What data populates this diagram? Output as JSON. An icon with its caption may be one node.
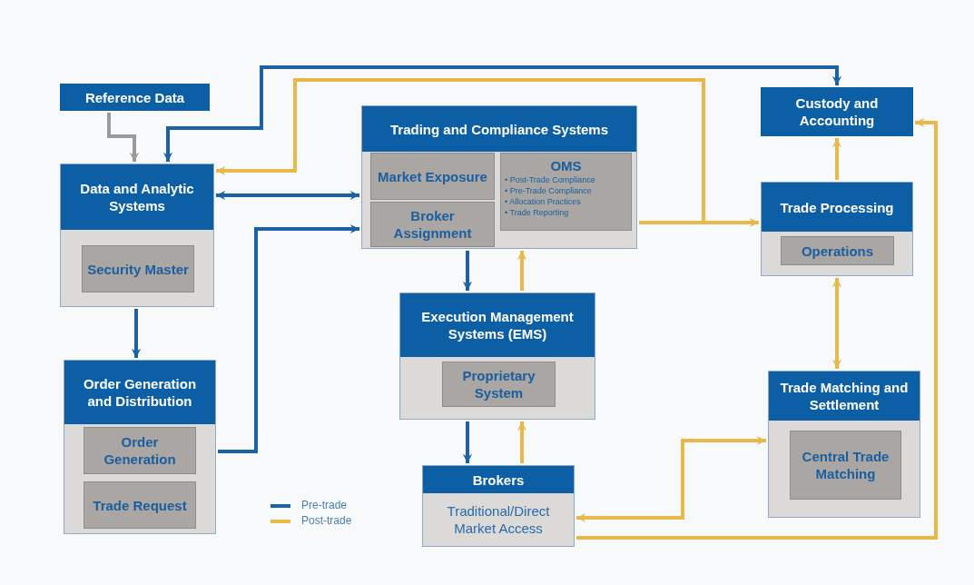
{
  "diagram": {
    "nodes": [
      {
        "text": [
          "Reference Data"
        ]
      },
      {
        "text": [
          "Data and Analytic Systems"
        ]
      },
      {
        "text": [
          "Security Master"
        ],
        "in": 1
      },
      {
        "text": [
          "Order Generation and Distribution"
        ]
      },
      {
        "text": [
          "Order Generation"
        ],
        "in": 3
      },
      {
        "text": [
          "Trade Request"
        ],
        "in": 3
      },
      {
        "text": [
          "Trading and Compliance Systems"
        ]
      },
      {
        "text": [
          "Market Exposure"
        ],
        "in": 6
      },
      {
        "text": [
          "Broker Assignment"
        ],
        "in": 6
      },
      {
        "text": [
          "OMS",
          "• Post-Trade Compliance",
          "• Pre-Trade Compliance",
          "• Allocation Practices",
          "• Trade Reporting"
        ],
        "in": 6
      },
      {
        "text": [
          "Execution Management Systems (EMS)"
        ]
      },
      {
        "text": [
          "Proprietary System"
        ],
        "in": 10
      },
      {
        "text": [
          "Brokers",
          "Traditional/Direct Market Access"
        ]
      },
      {
        "text": [
          "Custody and Accounting"
        ]
      },
      {
        "text": [
          "Trade Processing"
        ]
      },
      {
        "text": [
          "Operations"
        ],
        "in": 14
      },
      {
        "text": [
          "Trade Matching and Settlement"
        ]
      },
      {
        "text": [
          "Central Trade Matching"
        ],
        "in": 16
      }
    ],
    "edges": [
      {
        "from": 0,
        "to": 1,
        "arrow": "to",
        "color": "#9a9a9a"
      },
      {
        "from": 1,
        "to": 13,
        "arrow": "both",
        "color": "#1a62a3"
      },
      {
        "from": 1,
        "to": 6,
        "arrow": "both",
        "color": "#1a62a3"
      },
      {
        "from": 6,
        "to": 1,
        "arrow": "to"
      },
      {
        "from": 6,
        "to": 14,
        "arrow": "to"
      },
      {
        "from": 3,
        "to": 6,
        "arrow": "to",
        "color": "#1a62a3"
      },
      {
        "from": 1,
        "to": 3,
        "arrow": "to",
        "color": "#1a62a3"
      },
      {
        "from": 6,
        "to": 10,
        "arrow": "to",
        "color": "#1a62a3"
      },
      {
        "from": 10,
        "to": 6,
        "arrow": "to"
      },
      {
        "from": 10,
        "to": 12,
        "arrow": "to",
        "color": "#1a62a3"
      },
      {
        "from": 12,
        "to": 10,
        "arrow": "to"
      },
      {
        "from": 14,
        "to": 13,
        "arrow": "to"
      },
      {
        "from": 14,
        "to": 16,
        "arrow": "both"
      },
      {
        "from": 12,
        "to": 16,
        "arrow": "both"
      },
      {
        "from": 12,
        "to": 13,
        "arrow": "to"
      }
    ],
    "legend": [
      {
        "text": "Pre-trade",
        "color": "#1a62a3"
      },
      {
        "text": "Post-trade",
        "color": "#e9b84a"
      }
    ]
  }
}
